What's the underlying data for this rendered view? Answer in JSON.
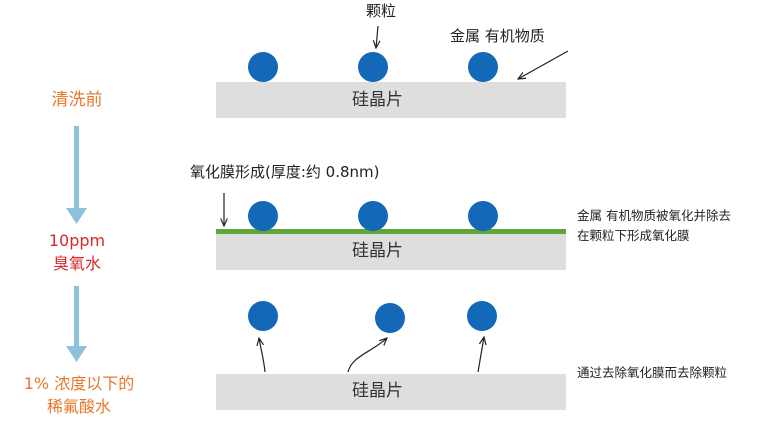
{
  "colors": {
    "step_orange": "#e8782a",
    "step_red": "#d7282a",
    "flow_arrow": "#8fc1dc",
    "wafer": "#dedede",
    "particle": "#1368b8",
    "oxide_film": "#5fa63a",
    "pointer": "#222222"
  },
  "steps": {
    "before_cleaning": "清洗前",
    "ozone_line1": "10ppm",
    "ozone_line2": "臭氧水",
    "hf_line1": "1% 浓度以下的",
    "hf_line2": "稀氟酸水"
  },
  "stage1": {
    "wafer_label": "硅晶片",
    "particle_label": "颗粒",
    "metal_organic_label": "金属  有机物质"
  },
  "stage2": {
    "wafer_label": "硅晶片",
    "film_label": "氧化膜形成(厚度:约 0.8nm)",
    "note_line1": "金属  有机物质被氧化并除去",
    "note_line2": "在颗粒下形成氧化膜"
  },
  "stage3": {
    "wafer_label": "硅晶片",
    "note": "通过去除氧化膜而去除颗粒"
  },
  "icons": {
    "particle": "blue-circle",
    "flow_arrow": "down-arrow",
    "pointer": "thin-arrow"
  }
}
